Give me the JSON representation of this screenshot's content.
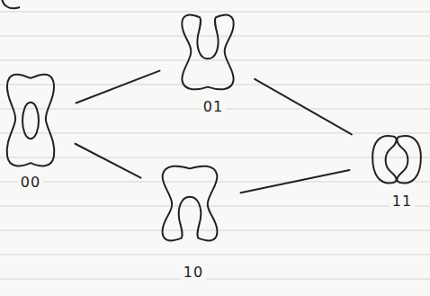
{
  "diagram": {
    "nodes": [
      {
        "text": [
          "00"
        ]
      },
      {
        "text": [
          "01"
        ]
      },
      {
        "text": [
          "10"
        ]
      },
      {
        "text": [
          "11"
        ]
      }
    ],
    "edges": [
      {
        "from": 0,
        "to": 1,
        "arrow": "none"
      },
      {
        "from": 0,
        "to": 2,
        "arrow": "none"
      },
      {
        "from": 1,
        "to": 3,
        "arrow": "none"
      },
      {
        "from": 2,
        "to": 3,
        "arrow": "none"
      }
    ]
  }
}
